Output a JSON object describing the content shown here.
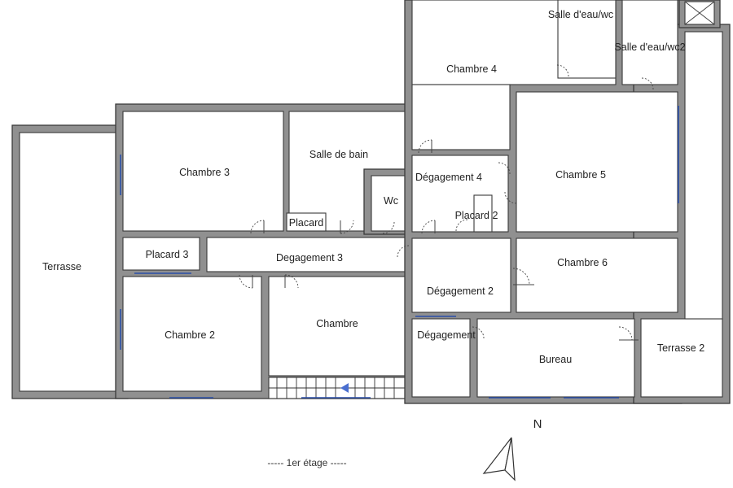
{
  "floor_label": "----- 1er étage -----",
  "north_label": "N",
  "rooms": {
    "terrasse": "Terrasse",
    "chambre_3": "Chambre 3",
    "salle_de_bain": "Salle de bain",
    "placard": "Placard",
    "wc": "Wc",
    "placard_3": "Placard 3",
    "degagement_3": "Degagement 3",
    "chambre_2": "Chambre 2",
    "chambre": "Chambre",
    "chambre_4": "Chambre 4",
    "salle_eau_wc": "Salle d'eau/wc",
    "salle_eau_wc2": "Salle d'eau/wc2",
    "degagement_4": "Dégagement 4",
    "placard_2": "Placard 2",
    "chambre_5": "Chambre 5",
    "degagement_2": "Dégagement 2",
    "chambre_6": "Chambre 6",
    "degagement": "Dégagement",
    "bureau": "Bureau",
    "terrasse_2": "Terrasse 2"
  }
}
